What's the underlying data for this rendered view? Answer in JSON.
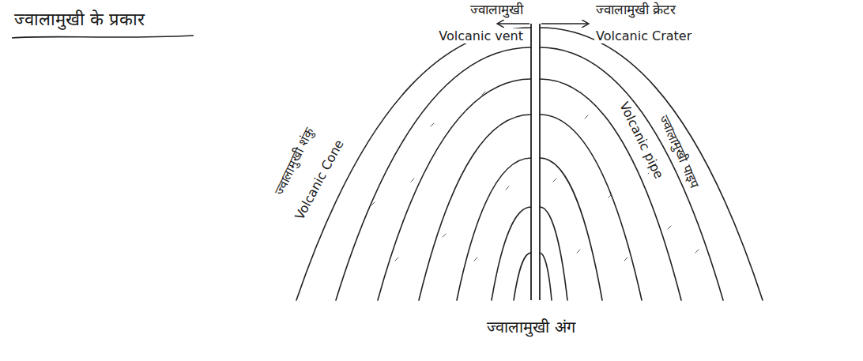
{
  "diagram": {
    "title": "ज्वालामुखी के प्रकार",
    "caption": "ज्वालामुखी अंग",
    "labels": [
      "ज्वालामुखी",
      "Volcanic vent",
      "ज्वालामुखी क्रेटर",
      "Volcanic Crater",
      "ज्वालामुखी शंकु",
      "Volcanic Cone",
      "Volcanic pipe",
      "ज्वालामुखी पाइप"
    ]
  }
}
